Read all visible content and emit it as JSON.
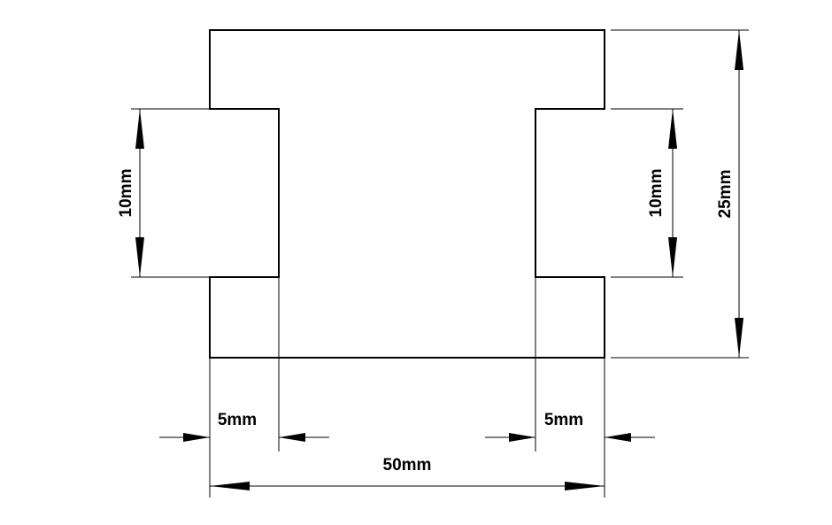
{
  "drawing": {
    "dimensions": {
      "left_notch_height": "10mm",
      "right_notch_height": "10mm",
      "total_height": "25mm",
      "left_notch_depth": "5mm",
      "right_notch_depth": "5mm",
      "total_width": "50mm"
    },
    "line_color": "#000000",
    "background": "#ffffff"
  }
}
